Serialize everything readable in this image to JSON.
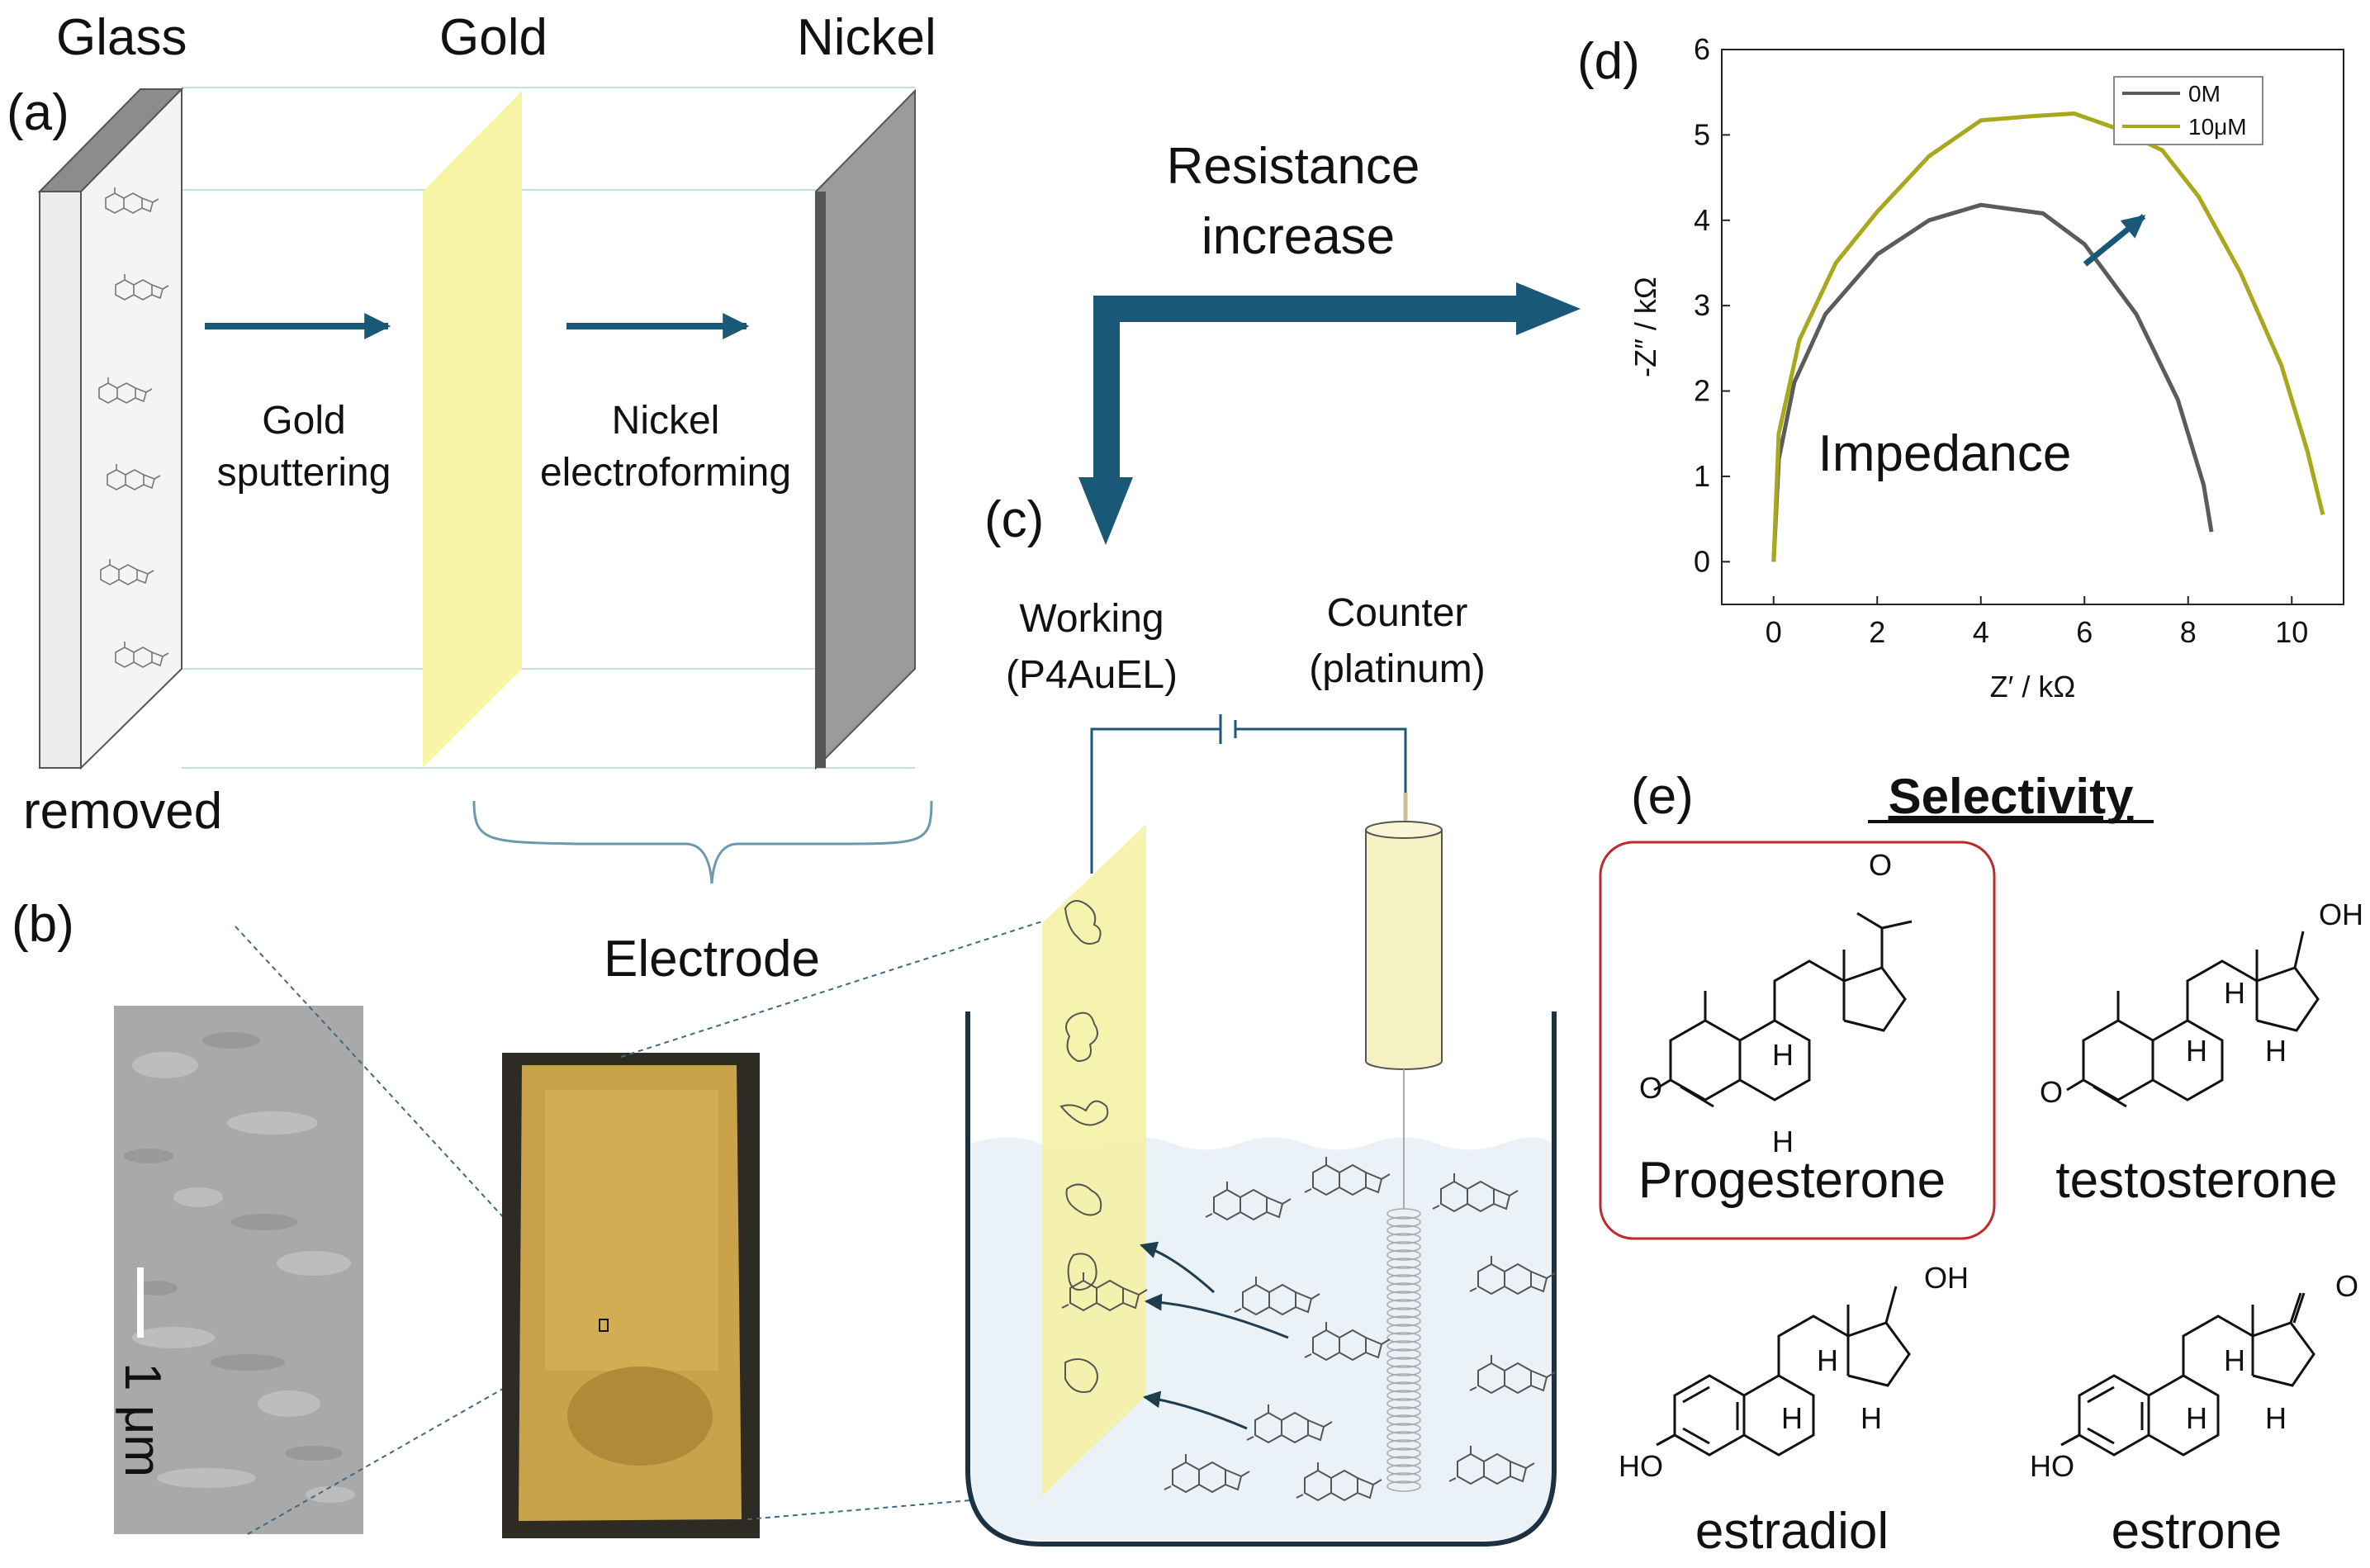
{
  "panel_letters": {
    "a": "(a)",
    "b": "(b)",
    "c": "(c)",
    "d": "(d)",
    "e": "(e)"
  },
  "panel_a": {
    "layer_glass": "Glass",
    "layer_gold": "Gold",
    "layer_nickel": "Nickel",
    "step1": [
      "Gold",
      "sputtering"
    ],
    "step2": [
      "Nickel",
      "electroforming"
    ],
    "glass_note": "removed",
    "bracket_label": "Electrode"
  },
  "panel_b": {
    "scale_bar": "1 μm"
  },
  "flow": {
    "label": [
      "Resistance",
      "increase"
    ]
  },
  "panel_c": {
    "working": [
      "Working",
      "(P4AuEL)"
    ],
    "counter": [
      "Counter",
      "(platinum)"
    ]
  },
  "panel_e": {
    "title": "Selectivity",
    "molecules": [
      "Progesterone",
      "testosterone",
      "estradiol",
      "estrone"
    ],
    "atoms": {
      "O": "O",
      "H": "H",
      "OH": "OH",
      "HO": "HO"
    }
  },
  "colors": {
    "arrow": "#1a5878",
    "gold": "#f8f3a0",
    "nickel": "#9b9b9b",
    "curve_0M": "#5b5b5b",
    "curve_10uM": "#a9a81c",
    "highlight_box": "#c0282d"
  },
  "chart_data": {
    "type": "line",
    "annotation": "Impedance",
    "xlabel": "Z′ / kΩ",
    "ylabel": "-Z″ / kΩ",
    "xlim": [
      -1,
      11
    ],
    "ylim": [
      -0.5,
      6
    ],
    "xticks": [
      0,
      2,
      4,
      6,
      8,
      10
    ],
    "yticks": [
      0,
      1,
      2,
      3,
      4,
      5,
      6
    ],
    "legend_position": "top-right",
    "series": [
      {
        "name": "0M",
        "color": "#5b5b5b",
        "x": [
          0.0,
          0.1,
          0.4,
          1.0,
          2.0,
          3.0,
          4.0,
          5.2,
          6.0,
          7.0,
          7.8,
          8.3,
          8.45
        ],
        "y": [
          0.0,
          1.2,
          2.1,
          2.9,
          3.6,
          4.0,
          4.18,
          4.08,
          3.72,
          2.9,
          1.9,
          0.9,
          0.35
        ]
      },
      {
        "name": "10μM",
        "color": "#a9a81c",
        "x": [
          0.0,
          0.1,
          0.5,
          1.2,
          2.0,
          3.0,
          4.0,
          5.0,
          5.8,
          6.6,
          7.5,
          8.2,
          9.0,
          9.8,
          10.3,
          10.6
        ],
        "y": [
          0.0,
          1.5,
          2.6,
          3.5,
          4.1,
          4.75,
          5.17,
          5.22,
          5.25,
          5.08,
          4.82,
          4.28,
          3.4,
          2.3,
          1.3,
          0.55
        ]
      }
    ]
  }
}
